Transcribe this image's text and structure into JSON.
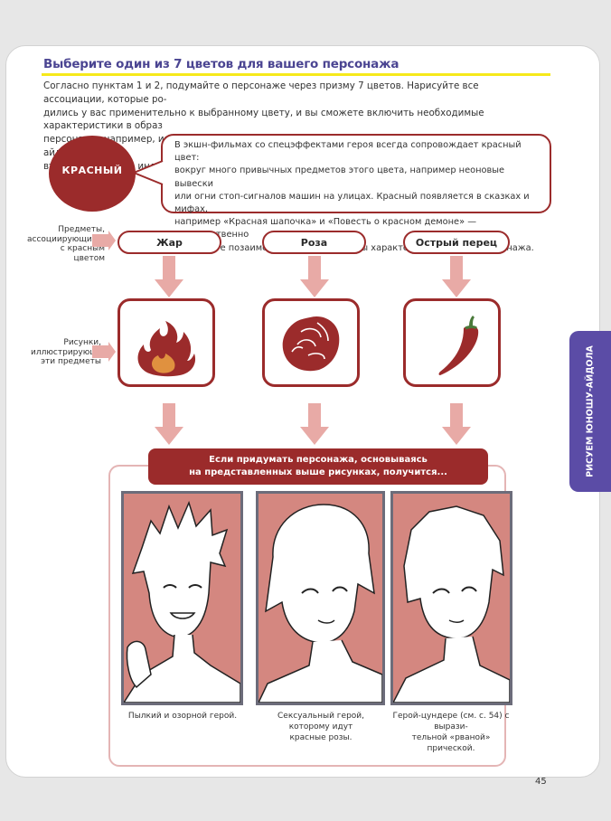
{
  "header": {
    "title": "Выберите один из 7 цветов для вашего персонажа",
    "intro_lines": [
      "Согласно пунктам 1 и 2, подумайте о персонаже через призму 7 цветов. Нарисуйте все ассоциации, которые ро-",
      "дились у вас применительно к выбранному цвету, и вы сможете включить необходимые характеристики в образ",
      "персонажа, например, изменив его прическу или характер. Соберите все идеи вместе и создайте айдола, непо-",
      "вторимого в своей индивидуальности."
    ]
  },
  "color_block": {
    "label": "КРАСНЫЙ",
    "color": "#9b2b2b",
    "description_lines": [
      "В экшн-фильмах со спецэффектами героя всегда сопровождает красный цвет:",
      "вокруг много привычных предметов этого цвета, например неоновые вывески",
      "или огни стоп-сигналов машин на улицах. Красный появляется в сказках и мифах,",
      "например «Красная шапочка» и «Повесть о красном демоне» — соответственно",
      "вы можете позаимствовать из них черты характера для вашего персонажа."
    ]
  },
  "side_notes": {
    "items_note": [
      "Предметы,",
      "ассоциирующиеся",
      "с красным цветом"
    ],
    "drawings_note": [
      "Рисунки,",
      "иллюстрирующие",
      "эти предметы"
    ]
  },
  "items": [
    {
      "label": "Жар",
      "icon": "fire-icon"
    },
    {
      "label": "Роза",
      "icon": "rose-icon"
    },
    {
      "label": "Острый перец",
      "icon": "chili-pepper-icon"
    }
  ],
  "banner": {
    "lines": [
      "Если придумать персонажа, основываясь",
      "на представленных выше рисунках, получится..."
    ]
  },
  "portraits": [
    {
      "caption_lines": [
        "Пылкий и озорной герой."
      ]
    },
    {
      "caption_lines": [
        "Сексуальный герой, которому идут",
        "красные розы."
      ]
    },
    {
      "caption_lines": [
        "Герой-цундере (см. с. 54) с вырази-",
        "тельной «рваной» прической."
      ]
    }
  ],
  "side_tab": {
    "label": "РИСУЕМ ЮНОШУ-АЙДОЛА",
    "color": "#5b4ca6"
  },
  "page_number": "45"
}
